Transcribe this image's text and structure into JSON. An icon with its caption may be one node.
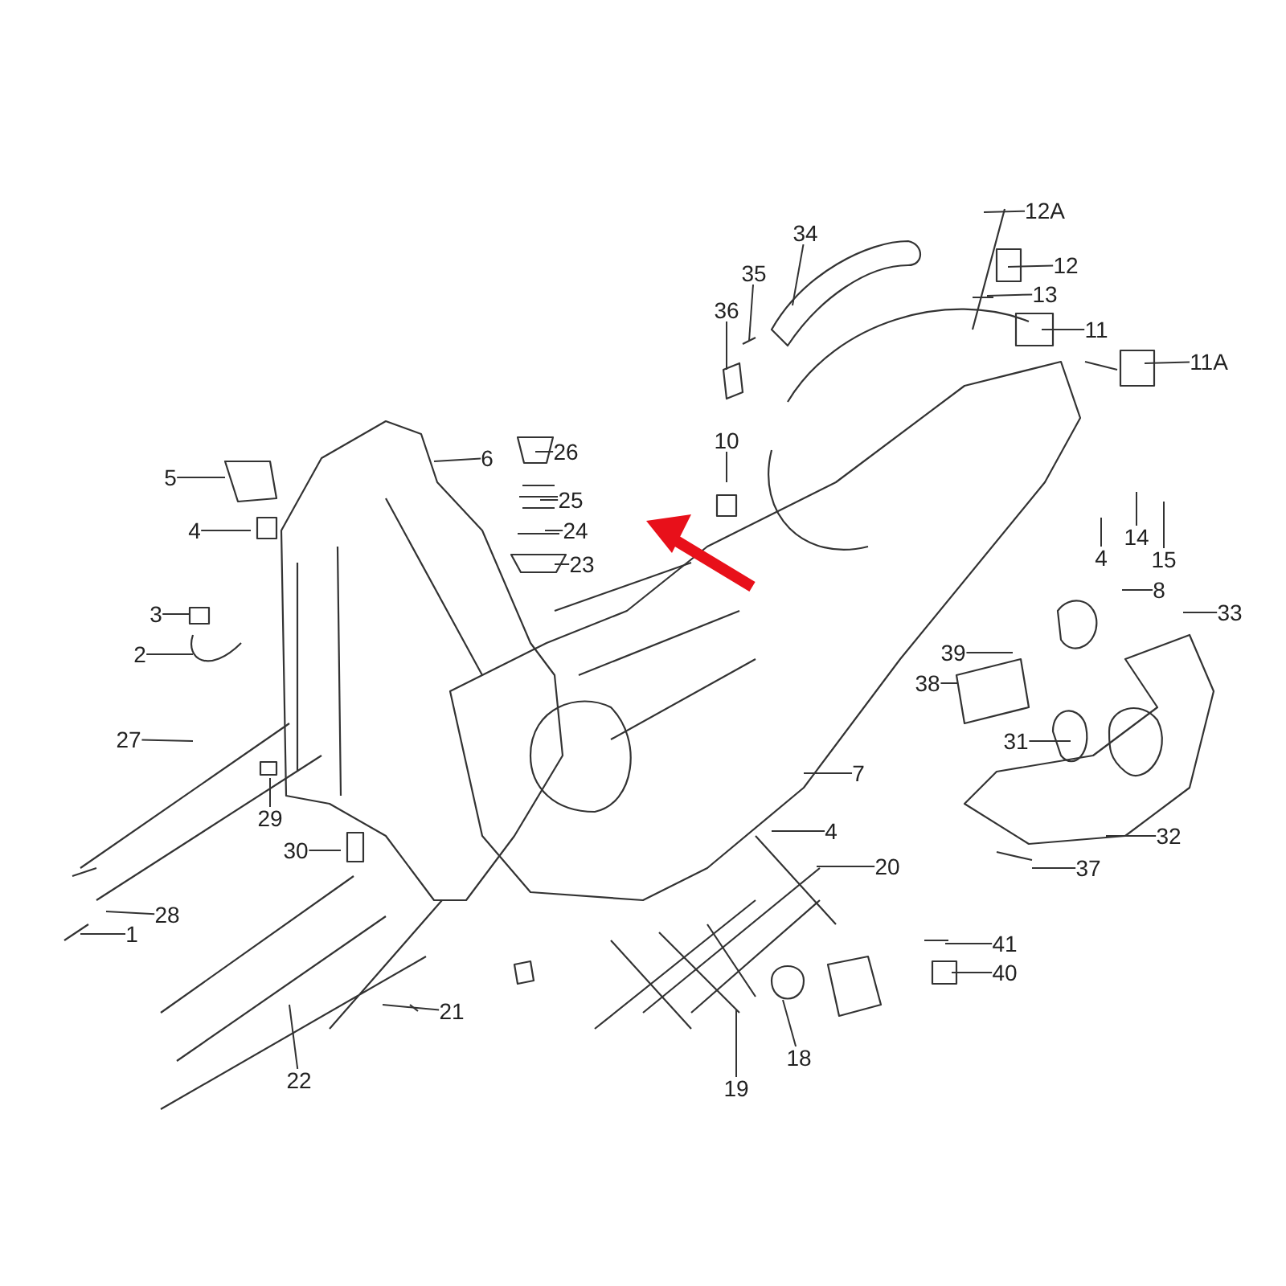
{
  "diagram": {
    "nodes": [
      {
        "text": [
          "12A"
        ]
      },
      {
        "text": [
          "12"
        ]
      },
      {
        "text": [
          "13"
        ]
      },
      {
        "text": [
          "11"
        ]
      },
      {
        "text": [
          "11A"
        ]
      },
      {
        "text": [
          "34"
        ]
      },
      {
        "text": [
          "35"
        ]
      },
      {
        "text": [
          "36"
        ]
      },
      {
        "text": [
          "10"
        ]
      },
      {
        "text": [
          "26"
        ]
      },
      {
        "text": [
          "25"
        ]
      },
      {
        "text": [
          "24"
        ]
      },
      {
        "text": [
          "23"
        ]
      },
      {
        "text": [
          "5"
        ]
      },
      {
        "text": [
          "6"
        ]
      },
      {
        "text": [
          "4"
        ]
      },
      {
        "text": [
          "3"
        ]
      },
      {
        "text": [
          "2"
        ]
      },
      {
        "text": [
          "27"
        ]
      },
      {
        "text": [
          "29"
        ]
      },
      {
        "text": [
          "30"
        ]
      },
      {
        "text": [
          "28"
        ]
      },
      {
        "text": [
          "1"
        ]
      },
      {
        "text": [
          "22"
        ]
      },
      {
        "text": [
          "21"
        ]
      },
      {
        "text": [
          "19"
        ]
      },
      {
        "text": [
          "18"
        ]
      },
      {
        "text": [
          "20"
        ]
      },
      {
        "text": [
          "4"
        ]
      },
      {
        "text": [
          "7"
        ]
      },
      {
        "text": [
          "41"
        ]
      },
      {
        "text": [
          "40"
        ]
      },
      {
        "text": [
          "37"
        ]
      },
      {
        "text": [
          "32"
        ]
      },
      {
        "text": [
          "31"
        ]
      },
      {
        "text": [
          "38"
        ]
      },
      {
        "text": [
          "39"
        ]
      },
      {
        "text": [
          "8"
        ]
      },
      {
        "text": [
          "33"
        ]
      },
      {
        "text": [
          "4"
        ]
      },
      {
        "text": [
          "14"
        ]
      },
      {
        "text": [
          "15"
        ]
      }
    ],
    "edges": [
      {
        "from": 0,
        "to": null,
        "arrow": "none"
      },
      {
        "from": 1,
        "to": null,
        "arrow": "none"
      },
      {
        "from": 2,
        "to": null,
        "arrow": "none"
      },
      {
        "from": 3,
        "to": null,
        "arrow": "none"
      },
      {
        "from": 4,
        "to": null,
        "arrow": "none"
      },
      {
        "from": 5,
        "to": null,
        "arrow": "none"
      },
      {
        "from": 6,
        "to": null,
        "arrow": "none"
      },
      {
        "from": 7,
        "to": null,
        "arrow": "none"
      },
      {
        "from": 8,
        "to": null,
        "arrow": "none"
      },
      {
        "from": 9,
        "to": null,
        "arrow": "none"
      },
      {
        "from": 10,
        "to": null,
        "arrow": "none"
      },
      {
        "from": 11,
        "to": null,
        "arrow": "none"
      },
      {
        "from": 12,
        "to": null,
        "arrow": "none"
      },
      {
        "from": 13,
        "to": null,
        "arrow": "none"
      },
      {
        "from": 14,
        "to": null,
        "arrow": "none"
      },
      {
        "from": 15,
        "to": null,
        "arrow": "none"
      },
      {
        "from": 16,
        "to": null,
        "arrow": "none"
      },
      {
        "from": 17,
        "to": null,
        "arrow": "none"
      },
      {
        "from": 18,
        "to": null,
        "arrow": "none"
      },
      {
        "from": 19,
        "to": null,
        "arrow": "none"
      },
      {
        "from": 20,
        "to": null,
        "arrow": "none"
      },
      {
        "from": 21,
        "to": null,
        "arrow": "none"
      },
      {
        "from": 22,
        "to": null,
        "arrow": "none"
      },
      {
        "from": 23,
        "to": null,
        "arrow": "none"
      },
      {
        "from": 24,
        "to": null,
        "arrow": "none"
      },
      {
        "from": 25,
        "to": null,
        "arrow": "none"
      },
      {
        "from": 26,
        "to": null,
        "arrow": "none"
      },
      {
        "from": 27,
        "to": null,
        "arrow": "none"
      },
      {
        "from": 28,
        "to": null,
        "arrow": "none"
      },
      {
        "from": 29,
        "to": null,
        "arrow": "none"
      },
      {
        "from": 30,
        "to": null,
        "arrow": "none"
      },
      {
        "from": 31,
        "to": null,
        "arrow": "none"
      },
      {
        "from": 32,
        "to": null,
        "arrow": "none"
      },
      {
        "from": 33,
        "to": null,
        "arrow": "none"
      },
      {
        "from": 34,
        "to": null,
        "arrow": "none"
      },
      {
        "from": 35,
        "to": null,
        "arrow": "none"
      },
      {
        "from": 36,
        "to": null,
        "arrow": "none"
      },
      {
        "from": 37,
        "to": null,
        "arrow": "none"
      },
      {
        "from": 38,
        "to": null,
        "arrow": "none"
      },
      {
        "from": 39,
        "to": null,
        "arrow": "none"
      },
      {
        "from": 40,
        "to": null,
        "arrow": "none"
      },
      {
        "from": 41,
        "to": null,
        "arrow": "none"
      }
    ]
  }
}
